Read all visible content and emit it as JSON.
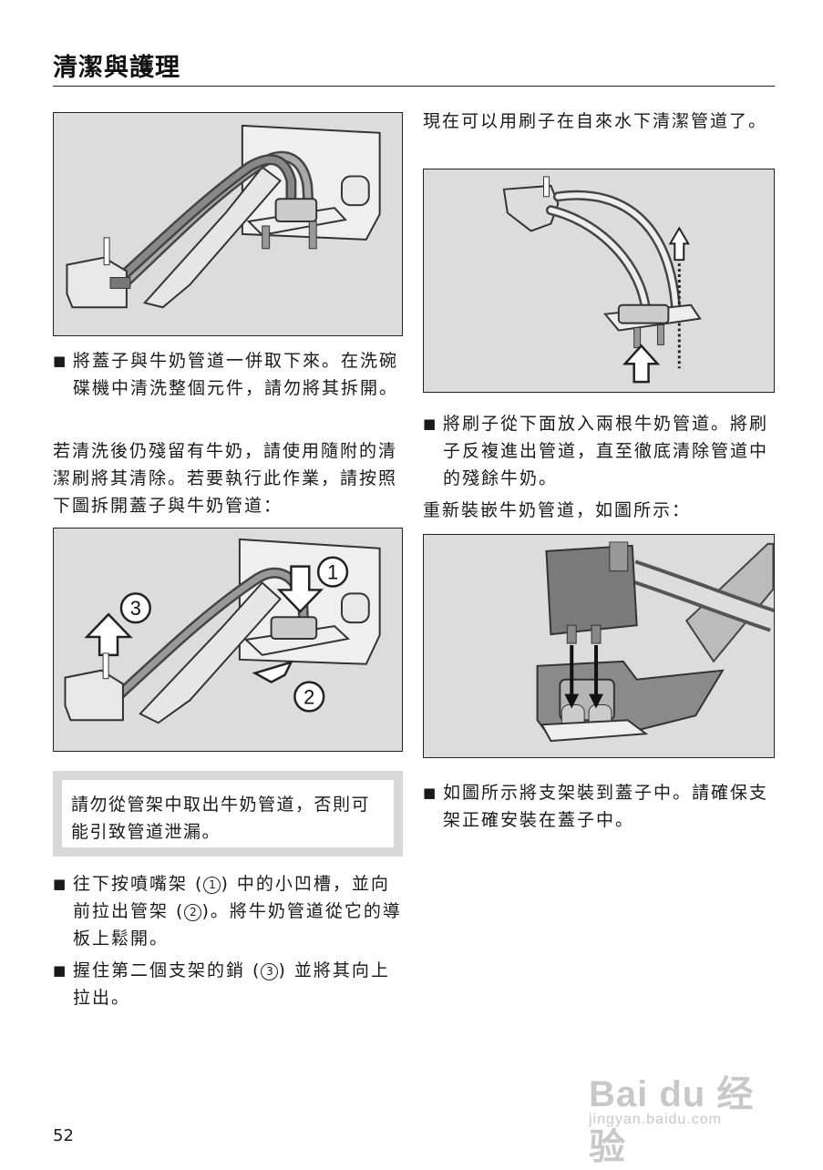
{
  "page": {
    "title": "清潔與護理",
    "page_number": "52"
  },
  "left_column": {
    "bullet1": "將蓋子與牛奶管道一併取下來。在洗碗碟機中清洗整個元件，請勿將其拆開。",
    "para1": "若清洗後仍殘留有牛奶，請使用隨附的清潔刷將其清除。若要執行此作業，請按照下圖拆開蓋子與牛奶管道：",
    "figure2_labels": {
      "step1": "1",
      "step2": "2",
      "step3": "3"
    },
    "notice": "請勿從管架中取出牛奶管道，否則可能引致管道泄漏。",
    "bullet2": {
      "part1": "往下按噴嘴架 (",
      "circ1": "1",
      "part2": ") 中的小凹槽，並向前拉出管架 (",
      "circ2": "2",
      "part3": ")。將牛奶管道從它的導板上鬆開。"
    },
    "bullet3": {
      "part1": "握住第二個支架的銷 (",
      "circ3": "3",
      "part2": ") 並將其向上拉出。"
    }
  },
  "right_column": {
    "para1": "現在可以用刷子在自來水下清潔管道了。",
    "bullet1": "將刷子從下面放入兩根牛奶管道。將刷子反複進出管道，直至徹底清除管道中的殘餘牛奶。",
    "para2": "重新裝嵌牛奶管道，如圖所示：",
    "bullet2": "如圖所示將支架裝到蓋子中。請確保支架正確安裝在蓋子中。"
  },
  "bullet_glyph": "■",
  "watermark": {
    "main": "Bai du 经验",
    "sub": "jingyan.baidu.com"
  },
  "colors": {
    "figure_bg": "#dcdcdc",
    "notice_border": "#d8d8d8",
    "text": "#1a1a1a"
  }
}
